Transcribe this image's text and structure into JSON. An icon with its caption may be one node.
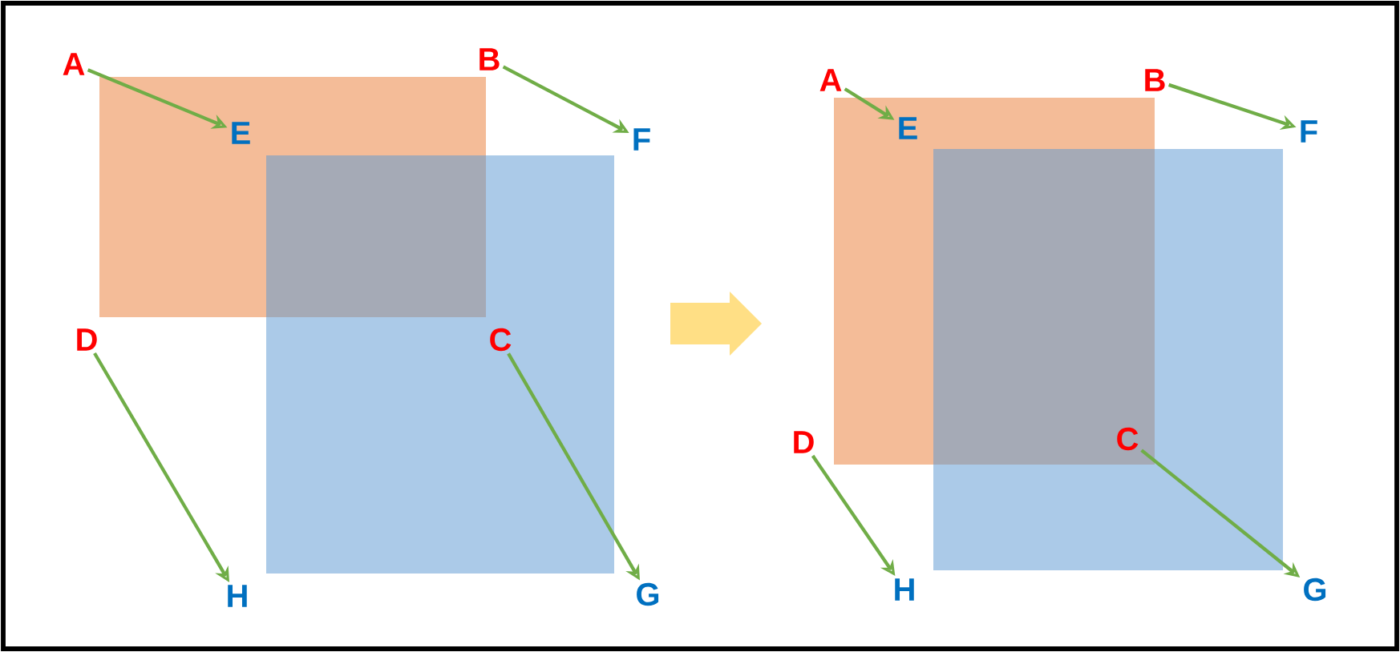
{
  "diagram": {
    "nodes": [
      {
        "text": [
          "A"
        ]
      },
      {
        "text": [
          "B"
        ]
      },
      {
        "text": [
          "E"
        ]
      },
      {
        "text": [
          "F"
        ]
      },
      {
        "text": [
          "D"
        ]
      },
      {
        "text": [
          "C"
        ]
      },
      {
        "text": [
          "H"
        ]
      },
      {
        "text": [
          "G"
        ]
      },
      {
        "text": [
          "A"
        ]
      },
      {
        "text": [
          "B"
        ]
      },
      {
        "text": [
          "E"
        ]
      },
      {
        "text": [
          "F"
        ]
      },
      {
        "text": [
          "D"
        ]
      },
      {
        "text": [
          "C"
        ]
      },
      {
        "text": [
          "H"
        ]
      },
      {
        "text": [
          "G"
        ]
      }
    ],
    "edges": [
      {
        "from": 0,
        "to": 2,
        "arrow": "to"
      },
      {
        "from": 1,
        "to": 3,
        "arrow": "to"
      },
      {
        "from": 4,
        "to": 6,
        "arrow": "to"
      },
      {
        "from": 5,
        "to": 7,
        "arrow": "to"
      },
      {
        "from": 8,
        "to": 10,
        "arrow": "to"
      },
      {
        "from": 9,
        "to": 11,
        "arrow": "to"
      },
      {
        "from": 12,
        "to": 14,
        "arrow": "to"
      },
      {
        "from": 13,
        "to": 15,
        "arrow": "to"
      }
    ]
  }
}
